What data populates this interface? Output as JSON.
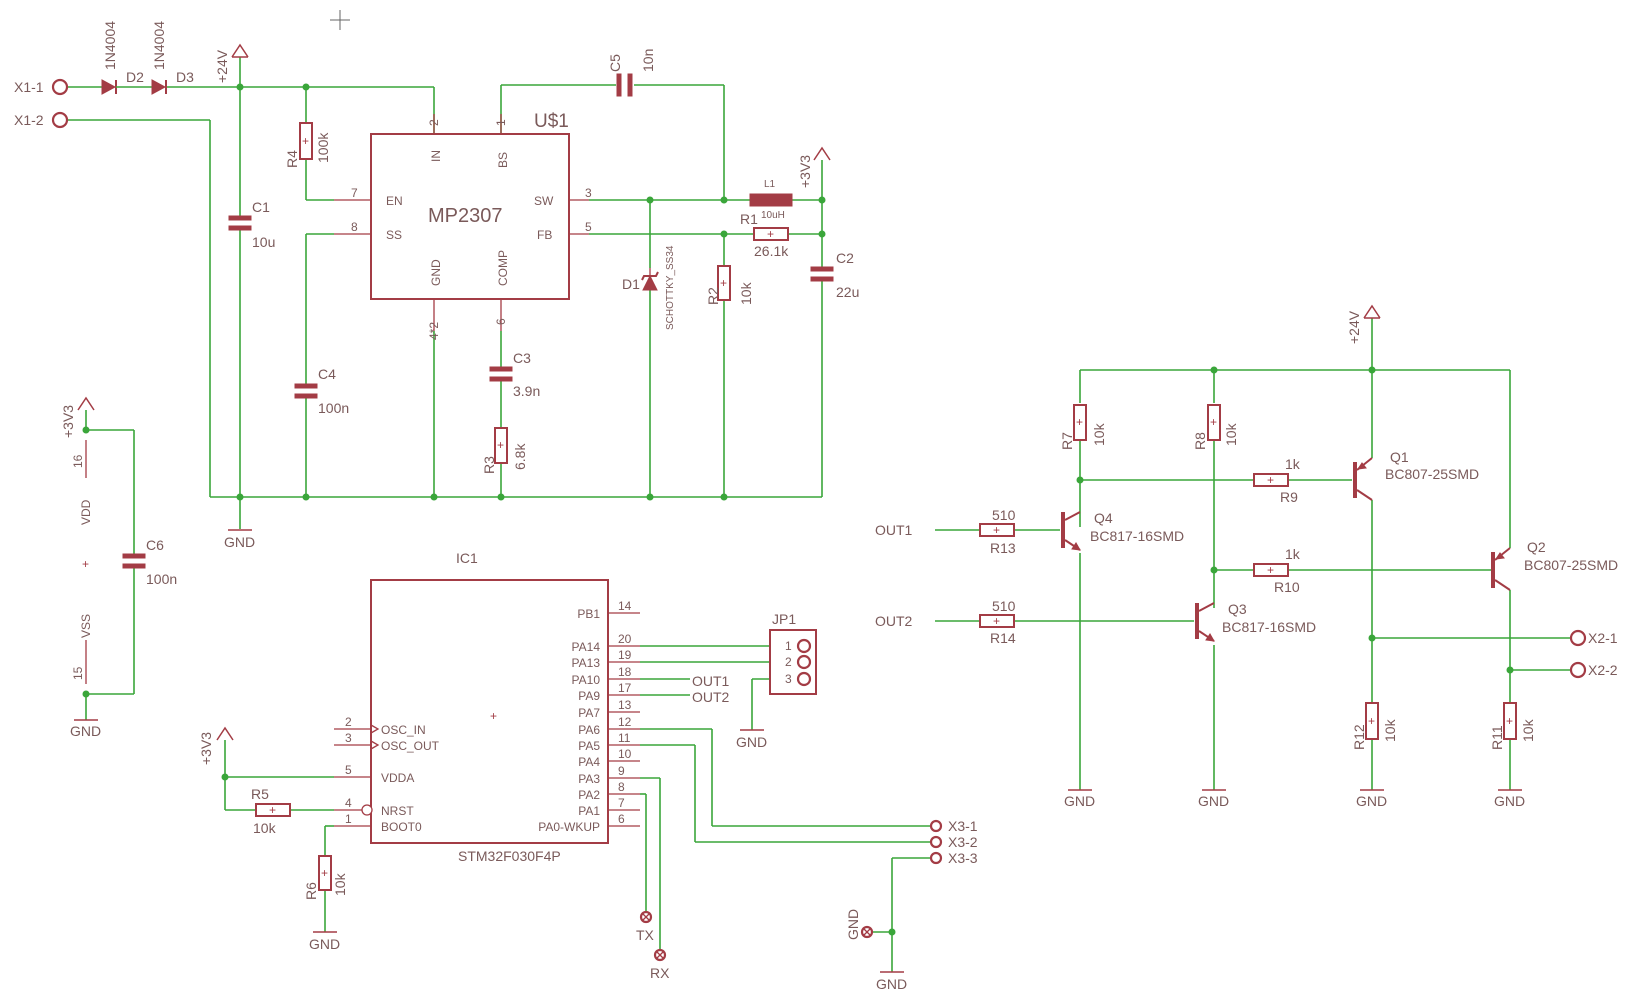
{
  "schematic": {
    "converter": {
      "name": "U$1",
      "value": "MP2307",
      "pins": {
        "in": "IN",
        "bs": "BS",
        "en": "EN",
        "ss": "SS",
        "sw": "SW",
        "fb": "FB",
        "gnd": "GND",
        "comp": "COMP"
      },
      "pin_numbers": {
        "in": "2",
        "bs": "1",
        "en": "7",
        "ss": "8",
        "sw": "3",
        "fb": "5",
        "gnd": "4*2",
        "comp": "6"
      }
    },
    "mcu": {
      "name": "IC1",
      "value": "STM32F030F4P",
      "pins": [
        {
          "num": "14",
          "name": "PB1"
        },
        {
          "num": "20",
          "name": "PA14"
        },
        {
          "num": "19",
          "name": "PA13"
        },
        {
          "num": "18",
          "name": "PA10"
        },
        {
          "num": "17",
          "name": "PA9"
        },
        {
          "num": "13",
          "name": "PA7"
        },
        {
          "num": "12",
          "name": "PA6"
        },
        {
          "num": "11",
          "name": "PA5"
        },
        {
          "num": "10",
          "name": "PA4"
        },
        {
          "num": "9",
          "name": "PA3"
        },
        {
          "num": "8",
          "name": "PA2"
        },
        {
          "num": "7",
          "name": "PA1"
        },
        {
          "num": "6",
          "name": "PA0-WKUP"
        },
        {
          "num": "2",
          "name": "OSC_IN"
        },
        {
          "num": "3",
          "name": "OSC_OUT"
        },
        {
          "num": "5",
          "name": "VDDA"
        },
        {
          "num": "4",
          "name": "NRST"
        },
        {
          "num": "1",
          "name": "BOOT0"
        }
      ]
    },
    "power_block": {
      "vdd": "VDD",
      "vss": "VSS",
      "vdd_pin": "16",
      "vss_pin": "15"
    },
    "connectors": {
      "x1_1": "X1-1",
      "x1_2": "X1-2",
      "x2_1": "X2-1",
      "x2_2": "X2-2",
      "x3_1": "X3-1",
      "x3_2": "X3-2",
      "x3_3": "X3-3",
      "jp1": "JP1",
      "jp1_pins": [
        "1",
        "2",
        "3"
      ],
      "tx": "TX",
      "rx": "RX"
    },
    "nets": {
      "v24": "+24V",
      "v33": "+3V3",
      "gnd": "GND",
      "out1": "OUT1",
      "out2": "OUT2"
    },
    "diodes": {
      "d2": {
        "name": "D2",
        "value": "1N4004"
      },
      "d3": {
        "name": "D3",
        "value": "1N4004"
      },
      "d1": {
        "name": "D1",
        "value": "SCHOTTKY_SS34"
      }
    },
    "inductor": {
      "name": "L1",
      "value": "10uH"
    },
    "capacitors": {
      "c1": {
        "name": "C1",
        "value": "10u"
      },
      "c2": {
        "name": "C2",
        "value": "22u"
      },
      "c3": {
        "name": "C3",
        "value": "3.9n"
      },
      "c4": {
        "name": "C4",
        "value": "100n"
      },
      "c5": {
        "name": "C5",
        "value": "10n"
      },
      "c6": {
        "name": "C6",
        "value": "100n"
      }
    },
    "resistors": {
      "r1": {
        "name": "R1",
        "value": "26.1k"
      },
      "r2": {
        "name": "R2",
        "value": "10k"
      },
      "r3": {
        "name": "R3",
        "value": "6.8k"
      },
      "r4": {
        "name": "R4",
        "value": "100k"
      },
      "r5": {
        "name": "R5",
        "value": "10k"
      },
      "r6": {
        "name": "R6",
        "value": "10k"
      },
      "r7": {
        "name": "R7",
        "value": "10k"
      },
      "r8": {
        "name": "R8",
        "value": "10k"
      },
      "r9": {
        "name": "R9",
        "value": "1k"
      },
      "r10": {
        "name": "R10",
        "value": "1k"
      },
      "r11": {
        "name": "R11",
        "value": "10k"
      },
      "r12": {
        "name": "R12",
        "value": "10k"
      },
      "r13": {
        "name": "R13",
        "value": "510"
      },
      "r14": {
        "name": "R14",
        "value": "510"
      }
    },
    "transistors": {
      "q1": {
        "name": "Q1",
        "value": "BC807-25SMD"
      },
      "q2": {
        "name": "Q2",
        "value": "BC807-25SMD"
      },
      "q3": {
        "name": "Q3",
        "value": "BC817-16SMD"
      },
      "q4": {
        "name": "Q4",
        "value": "BC817-16SMD"
      }
    }
  },
  "colors": {
    "wire": "#3aa63a",
    "symbol": "#a33c45",
    "label": "#7a5a5a",
    "background": "#ffffff"
  }
}
